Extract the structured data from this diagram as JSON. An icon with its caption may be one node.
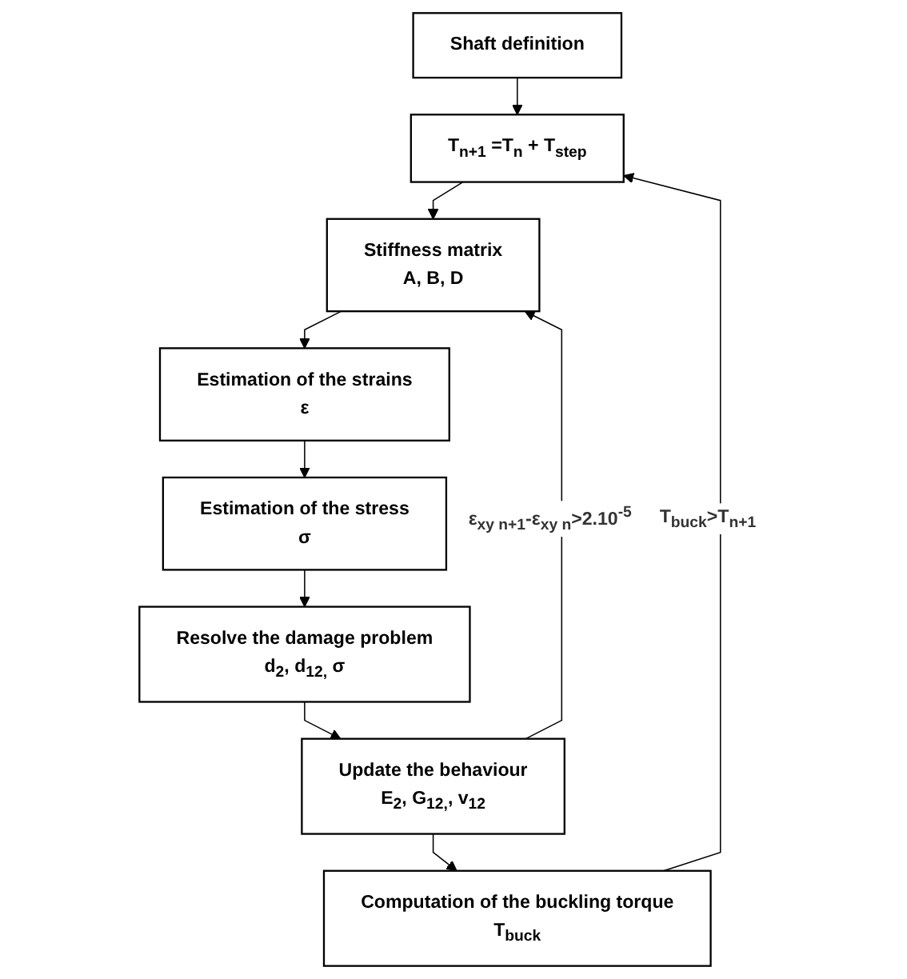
{
  "diagram": {
    "nodes": [
      {
        "text": [
          "Shaft definition"
        ]
      },
      {
        "text": [
          "T$_{n+1}$ =T$_{n}$ + T$_{step}$"
        ]
      },
      {
        "text": [
          "Stiffness matrix",
          "A, B, D"
        ]
      },
      {
        "text": [
          "Estimation of the strains",
          "ε"
        ]
      },
      {
        "text": [
          "Estimation of the stress",
          "σ"
        ]
      },
      {
        "text": [
          "Resolve the damage problem",
          "d$_{2}$, d$_{12,}$ σ"
        ]
      },
      {
        "text": [
          "Update the behaviour",
          "E$_{2}$, G$_{12,}$, v$_{12}$"
        ]
      },
      {
        "text": [
          "Computation of the buckling torque",
          "T$_{buck}$"
        ]
      }
    ],
    "edges": [
      {
        "from": 0,
        "to": 1,
        "arrow": "to"
      },
      {
        "from": 1,
        "to": 2,
        "arrow": "to"
      },
      {
        "from": 2,
        "to": 3,
        "arrow": "to"
      },
      {
        "from": 3,
        "to": 4,
        "arrow": "to"
      },
      {
        "from": 4,
        "to": 5,
        "arrow": "to"
      },
      {
        "from": 5,
        "to": 6,
        "arrow": "to"
      },
      {
        "from": 6,
        "to": 7,
        "arrow": "to"
      },
      {
        "from": 6,
        "to": 2,
        "arrow": "to",
        "label": "ε$_{xy n+1}$-ε$_{xy n}$>2.10$^{-5}$"
      },
      {
        "from": 7,
        "to": 1,
        "arrow": "to",
        "label": "T$_{buck}$>T$_{n+1}$"
      }
    ]
  }
}
